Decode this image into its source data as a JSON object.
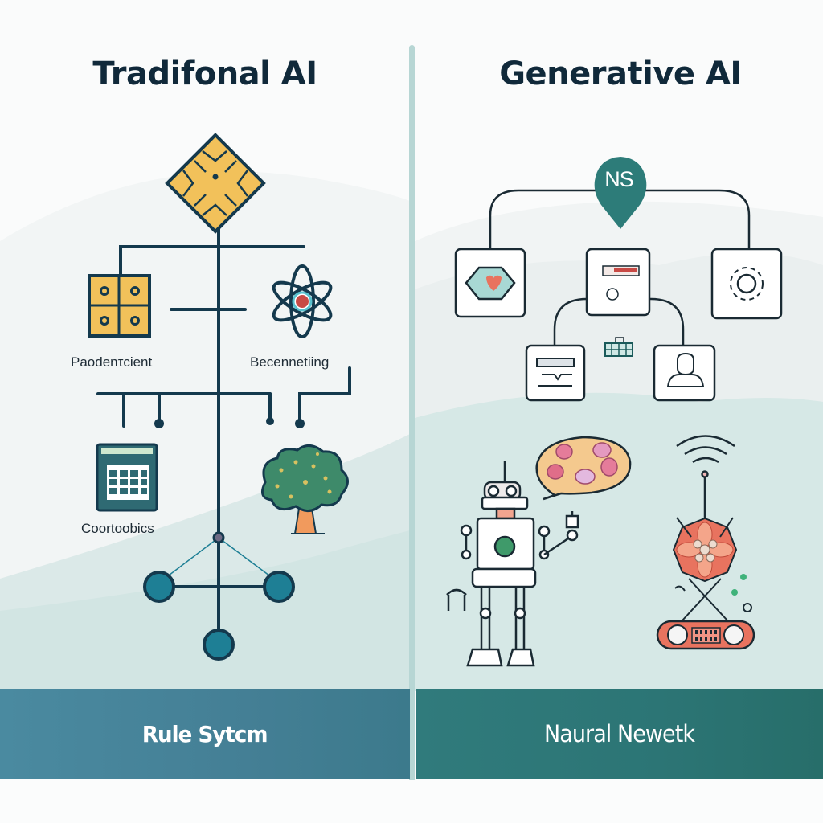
{
  "left_panel": {
    "title": "Tradifonal AI",
    "labels": {
      "top_left": "Paodenτcient",
      "top_right": "Becennetiing",
      "bottom_left": "Coortoobics"
    },
    "footer": "Rule Sytcm",
    "icons": [
      "diamond-chip-icon",
      "grid-module-icon",
      "atom-icon",
      "calendar-grid-icon",
      "tree-icon",
      "network-node-icon"
    ]
  },
  "right_panel": {
    "title": "Generative AI",
    "badge": "NS",
    "footer": "Naural Newetk",
    "icons": [
      "map-hexagon-icon",
      "document-card-icon",
      "gear-icon",
      "scanner-card-icon",
      "keyboard-icon",
      "person-icon",
      "robot-icon",
      "speech-bubble-icon",
      "wifi-antenna-icon",
      "flower-device-icon",
      "radio-icon"
    ]
  },
  "colors": {
    "title_text": "#10293a",
    "line_dark": "#14394d",
    "gold": "#f2c15a",
    "teal_node": "#1e7f95",
    "teal_badge": "#2d7c79",
    "footer_left": "#4a8aa0",
    "footer_right": "#2c7575",
    "divider": "#b7d6d4",
    "coral": "#e8735f"
  }
}
